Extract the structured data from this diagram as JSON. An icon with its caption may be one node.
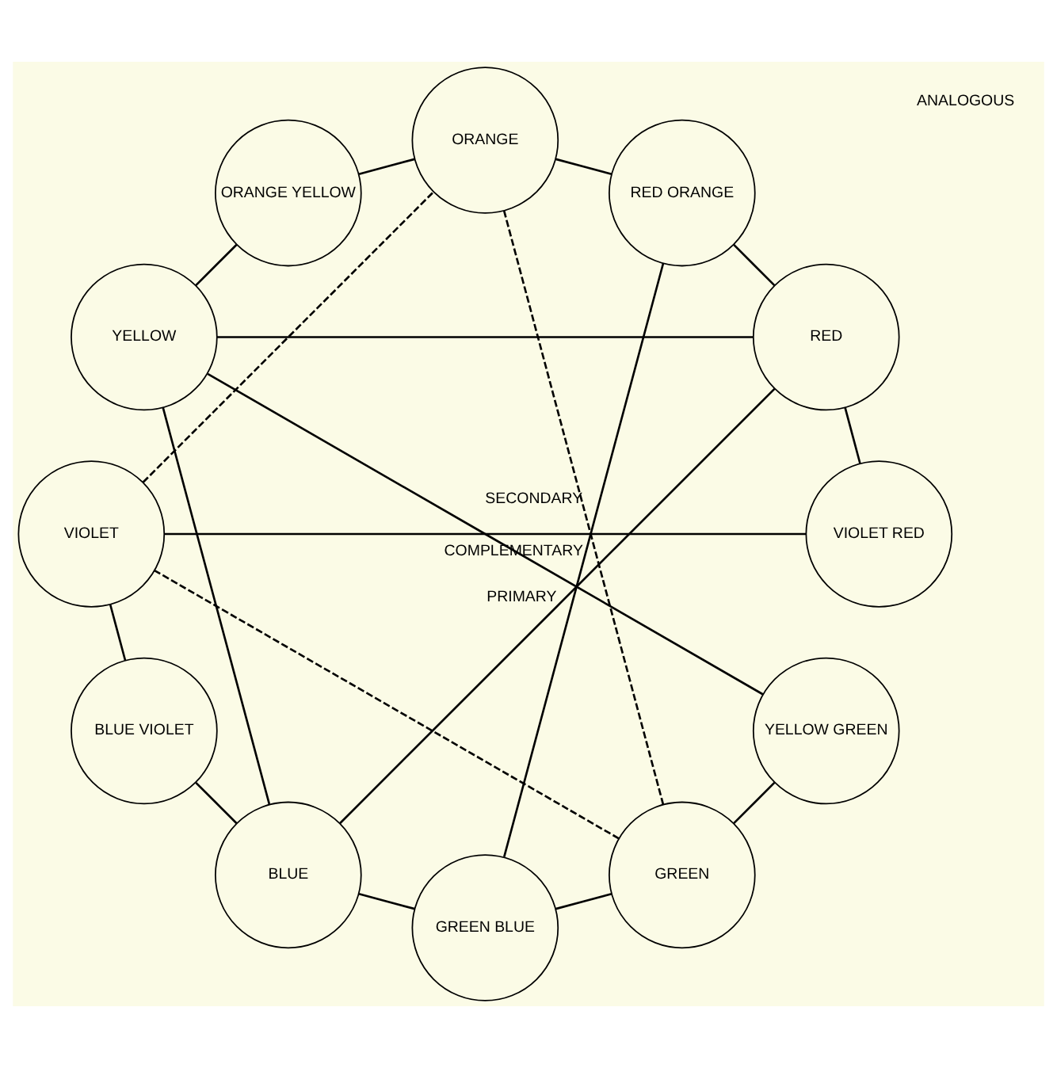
{
  "diagram": {
    "nodes": [
      {
        "text": [
          "YELLOW"
        ]
      },
      {
        "text": [
          "ORANGE YELLOW"
        ]
      },
      {
        "text": [
          "YELLOW GREEN"
        ]
      },
      {
        "text": [
          "ORANGE"
        ]
      },
      {
        "text": [
          "GREEN"
        ]
      },
      {
        "text": [
          "RED ORANGE"
        ]
      },
      {
        "text": [
          "GREEN BLUE"
        ]
      },
      {
        "text": [
          "RED"
        ]
      },
      {
        "text": [
          "BLUE"
        ]
      },
      {
        "text": [
          "VIOLET RED"
        ]
      },
      {
        "text": [
          "BLUE VIOLET"
        ]
      },
      {
        "text": [
          "VIOLET"
        ]
      }
    ],
    "edges": [
      {
        "from": 0,
        "to": 2,
        "arrow": "none"
      },
      {
        "from": 2,
        "to": 4,
        "arrow": "none"
      },
      {
        "from": 4,
        "to": 6,
        "arrow": "none"
      },
      {
        "from": 6,
        "to": 8,
        "arrow": "none"
      },
      {
        "from": 8,
        "to": 10,
        "arrow": "none"
      },
      {
        "from": 10,
        "to": 11,
        "arrow": "none"
      },
      {
        "from": 11,
        "to": 9,
        "arrow": "none"
      },
      {
        "from": 9,
        "to": 7,
        "arrow": "none"
      },
      {
        "from": 7,
        "to": 5,
        "arrow": "none"
      },
      {
        "from": 5,
        "to": 3,
        "arrow": "none"
      },
      {
        "from": 3,
        "to": 1,
        "arrow": "none"
      },
      {
        "from": 1,
        "to": 0,
        "arrow": "none"
      },
      {
        "from": 0,
        "to": 7,
        "arrow": "none"
      },
      {
        "from": 7,
        "to": 8,
        "label": "PRIMARY",
        "arrow": "none"
      },
      {
        "from": 8,
        "to": 0,
        "arrow": "none"
      },
      {
        "from": 3,
        "to": 4,
        "label": "SECONDARY",
        "arrow": "none",
        "style": "dashed"
      },
      {
        "from": 4,
        "to": 11,
        "arrow": "none",
        "style": "dashed"
      },
      {
        "from": 11,
        "to": 3,
        "arrow": "none",
        "style": "dashed"
      },
      {
        "from": 5,
        "to": 6,
        "label": "COMPLEMENTARY",
        "arrow": "none"
      }
    ],
    "labels": [
      "ANALOGOUS"
    ]
  }
}
